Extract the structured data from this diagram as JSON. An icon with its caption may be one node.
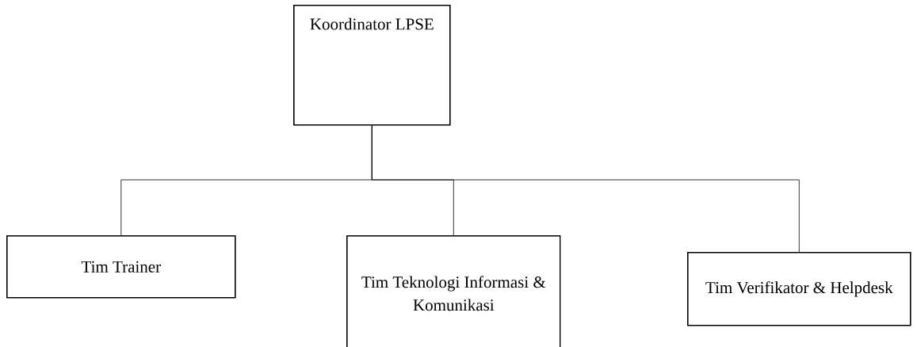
{
  "diagram": {
    "nodes": [
      {
        "text": [
          "Koordinator LPSE"
        ]
      },
      {
        "text": [
          "Tim Trainer"
        ]
      },
      {
        "text": [
          "Tim Teknologi Informasi & Komunikasi"
        ]
      },
      {
        "text": [
          "Tim Verifikator & Helpdesk"
        ]
      }
    ],
    "edges": [
      {
        "from": 0,
        "to": 1,
        "arrow": "none"
      },
      {
        "from": 0,
        "to": 2,
        "arrow": "none"
      },
      {
        "from": 0,
        "to": 3,
        "arrow": "none"
      }
    ]
  }
}
